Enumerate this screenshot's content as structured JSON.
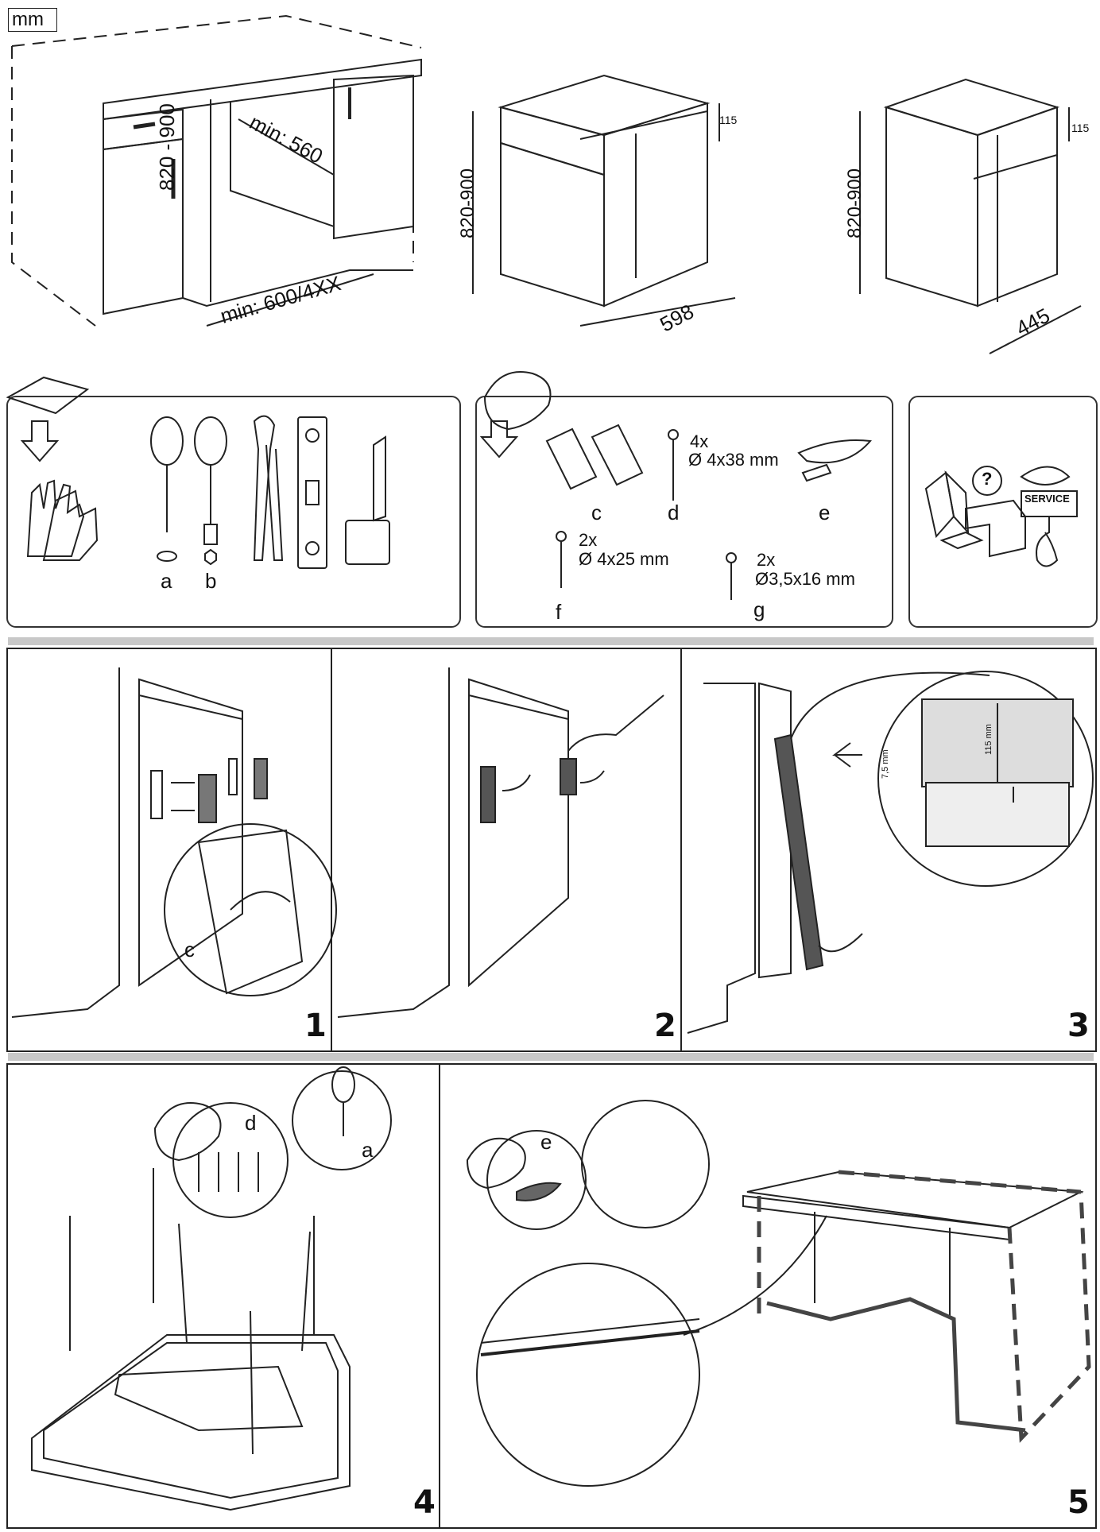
{
  "unit_label": "mm",
  "dimensions": {
    "niche_height": "820 - 900",
    "niche_min_width_top": "min: 560",
    "niche_min_width_bottom": "min: 600/4XX",
    "unit_a_height": "820-900",
    "unit_a_top": "115",
    "unit_a_width": "598",
    "unit_b_height": "820-900",
    "unit_b_top": "115",
    "unit_b_width": "445"
  },
  "tools": {
    "a": "a",
    "b": "b"
  },
  "parts": {
    "c": "c",
    "d": "d",
    "e": "e",
    "f": "f",
    "g": "g",
    "d_qty": "4x",
    "d_size": "Ø 4x38 mm",
    "f_qty": "2x",
    "f_size": "Ø 4x25 mm",
    "g_qty": "2x",
    "g_size": "Ø3,5x16 mm"
  },
  "service": {
    "question": "?",
    "badge": "SERVICE"
  },
  "steps": {
    "s1": "1",
    "s2": "2",
    "s3": "3",
    "s4": "4",
    "s5": "5",
    "s1_part": "c",
    "s3_gap": "7,5 mm",
    "s3_height": "115 mm",
    "s4_part_d": "d",
    "s4_tool_a": "a",
    "s5_part_e": "e"
  }
}
